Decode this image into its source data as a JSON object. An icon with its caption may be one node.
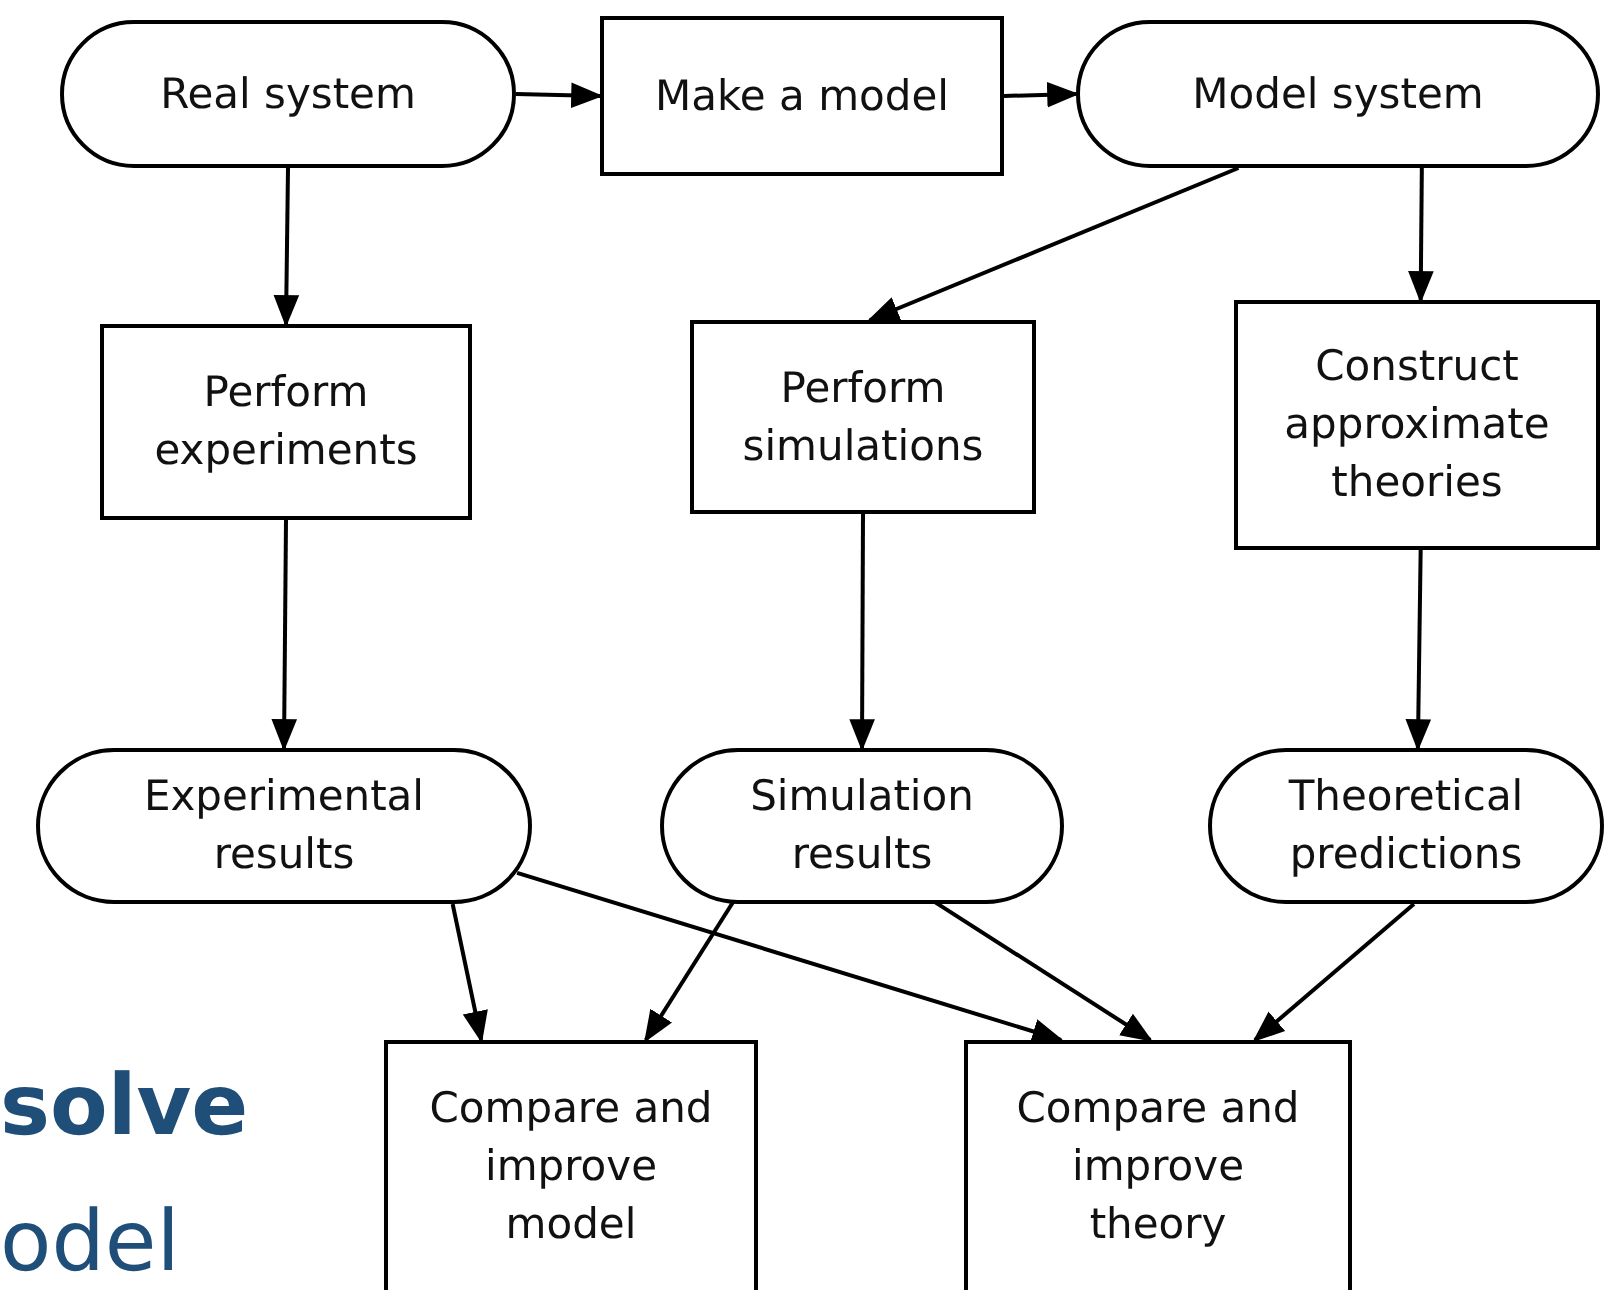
{
  "diagram": {
    "nodes": [
      {
        "text": [
          "Real system"
        ]
      },
      {
        "text": [
          "Make a model"
        ]
      },
      {
        "text": [
          "Model system"
        ]
      },
      {
        "text": [
          "Perform experiments"
        ]
      },
      {
        "text": [
          "Perform simulations"
        ]
      },
      {
        "text": [
          "Construct approximate theories"
        ]
      },
      {
        "text": [
          "Experimental results"
        ]
      },
      {
        "text": [
          "Simulation results"
        ]
      },
      {
        "text": [
          "Theoretical predictions"
        ]
      },
      {
        "text": [
          "Compare and improve model"
        ]
      },
      {
        "text": [
          "Compare and improve theory"
        ]
      }
    ],
    "edges": [
      {
        "from": 0,
        "to": 1,
        "arrow": "to"
      },
      {
        "from": 1,
        "to": 2,
        "arrow": "to"
      },
      {
        "from": 0,
        "to": 3,
        "arrow": "to"
      },
      {
        "from": 2,
        "to": 4,
        "arrow": "to"
      },
      {
        "from": 2,
        "to": 5,
        "arrow": "to"
      },
      {
        "from": 3,
        "to": 6,
        "arrow": "to"
      },
      {
        "from": 4,
        "to": 7,
        "arrow": "to"
      },
      {
        "from": 5,
        "to": 8,
        "arrow": "to"
      },
      {
        "from": 6,
        "to": 9,
        "arrow": "to"
      },
      {
        "from": 6,
        "to": 10,
        "arrow": "to"
      },
      {
        "from": 7,
        "to": 9,
        "arrow": "to"
      },
      {
        "from": 7,
        "to": 10,
        "arrow": "to"
      },
      {
        "from": 8,
        "to": 10,
        "arrow": "to"
      }
    ],
    "labels": [
      "solve",
      "odel"
    ]
  }
}
